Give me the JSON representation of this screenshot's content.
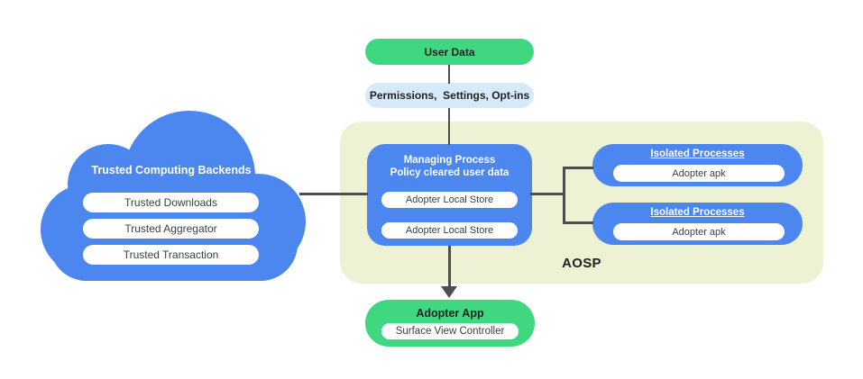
{
  "diagram": {
    "user_data": "User Data",
    "permissions": "Permissions,  Settings, Opt-ins",
    "cloud": {
      "title": "Trusted Computing Backends",
      "items": [
        "Trusted Downloads",
        "Trusted Aggregator",
        "Trusted Transaction"
      ]
    },
    "aosp": {
      "label": "AOSP",
      "managing_process": {
        "title_line1": "Managing Process",
        "title_line2": "Policy cleared user data",
        "stores": [
          "Adopter Local Store",
          "Adopter Local Store"
        ]
      },
      "isolated_processes": [
        {
          "title": "Isolated Processes",
          "apk": "Adopter apk"
        },
        {
          "title": "Isolated Processes",
          "apk": "Adopter apk"
        }
      ]
    },
    "adopter_app": {
      "title": "Adopter App",
      "controller": "Surface View Controller"
    }
  },
  "colors": {
    "node_blue": "#4c87f0",
    "node_green": "#3fd880",
    "node_light_blue": "#d7eaf9",
    "aosp_background": "#ecf2d3",
    "connector": "#4d4d4d",
    "text_dark": "#202124",
    "text_light": "#ffffff"
  }
}
